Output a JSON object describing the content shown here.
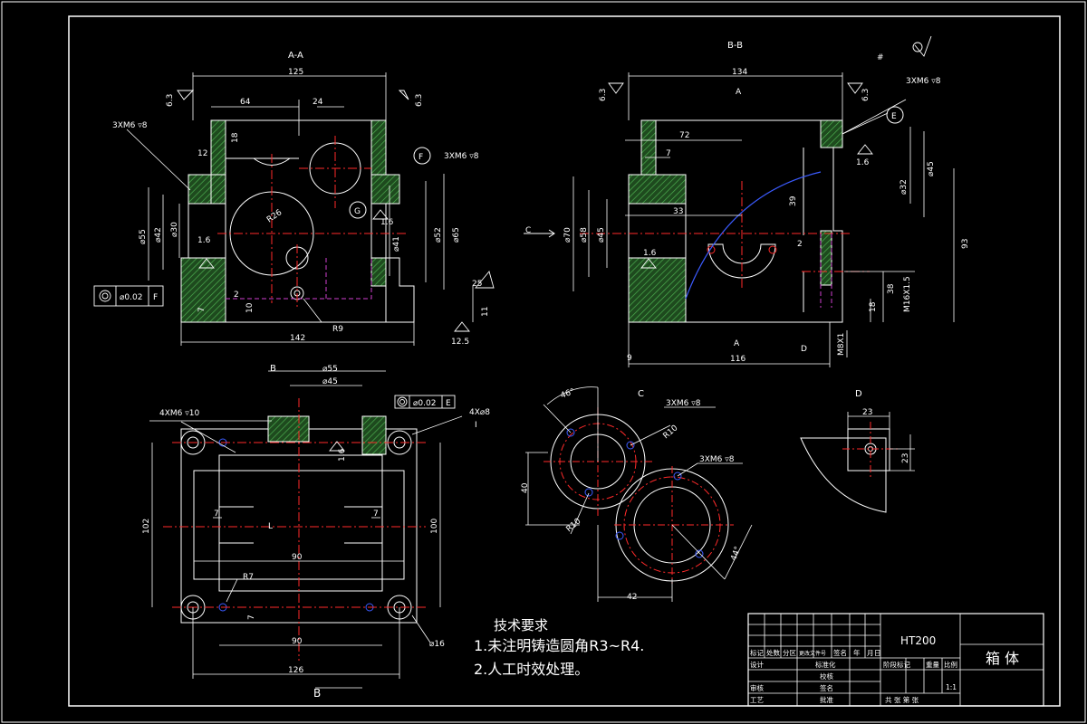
{
  "views": {
    "aa": {
      "title": "A-A"
    },
    "bb": {
      "title": "B-B"
    },
    "b": {
      "title": "B"
    },
    "c": {
      "title": "C"
    },
    "d": {
      "title": "D"
    }
  },
  "dims": {
    "aa": {
      "w125": "125",
      "w64": "64",
      "w24": "24",
      "w12": "12",
      "d18": "18",
      "d55": "⌀55",
      "d42": "⌀42",
      "d30": "⌀30",
      "r26": "R26",
      "d41": "⌀41",
      "d52": "⌀52",
      "d65": "⌀65",
      "w142": "142",
      "r9": "R9",
      "h11": "11",
      "h10": "10",
      "w2": "2",
      "w7": "7",
      "ang25": "25",
      "ra125": "12.5",
      "ra63a": "6.3",
      "ra63b": "6.3",
      "ra16a": "1.6",
      "ra16b": "1.6",
      "thread_l": "3XM6 ▿8",
      "thread_r": "3XM6 ▿8",
      "tol_box": "⌀0.02",
      "tol_ref": "F",
      "datum_f": "F",
      "datum_g": "G"
    },
    "bb": {
      "w134": "134",
      "w72": "72",
      "w7": "7",
      "w33": "33",
      "d70": "⌀70",
      "d58": "⌀58",
      "d45a": "⌀45",
      "d45b": "⌀45",
      "d32": "⌀32",
      "r39": "39",
      "h93": "93",
      "h38": "38",
      "h18": "18",
      "m16": "M16X1.5",
      "m8": "M8X1",
      "w9": "9",
      "w116": "116",
      "w2": "2",
      "ra63a": "6.3",
      "ra63b": "6.3",
      "ra16a": "1.6",
      "ra16b": "1.6",
      "thread": "3XM6 ▿8",
      "datum_e": "E",
      "arrow_c": "C",
      "arrow_d": "D",
      "sec_a_top": "A",
      "sec_a_bot": "A",
      "rough_sym": "#"
    },
    "b": {
      "d55": "⌀55",
      "d45": "⌀45",
      "tol": "⌀0.02",
      "tol_ref": "E",
      "holes4": "4X⌀8",
      "thread": "4XM6 ▿10",
      "h102": "102",
      "h100": "100",
      "w7a": "7",
      "w7b": "7",
      "w7c": "7",
      "w90a": "90",
      "w90b": "90",
      "w126": "126",
      "r7": "R7",
      "d16": "⌀16",
      "ra16": "1.6",
      "label_b": "B",
      "label_i": "I",
      "label_l": "L"
    },
    "c": {
      "ang46": "46°",
      "ang44": "44°",
      "thread_a": "3XM6 ▿8",
      "thread_b": "3XM6 ▿8",
      "r10a": "R10",
      "r10b": "R10",
      "h40": "40",
      "w42": "42"
    },
    "d": {
      "w23": "23",
      "h23": "23"
    }
  },
  "notes": {
    "title": "技术要求",
    "line1": "1.未注明铸造圆角R3~R4.",
    "line2": "2.人工时效处理。"
  },
  "title_block": {
    "material": "HT200",
    "part_name": "箱 体",
    "row_labels": [
      "标记",
      "处数",
      "分区",
      "更改文件号",
      "签名",
      "年",
      "月",
      "日"
    ],
    "design": "设计",
    "standardize": "标准化",
    "audit": "审核",
    "process": "工艺",
    "approve": "批准",
    "check": "校核",
    "sign": "签名",
    "stage_label": "阶段标记",
    "weight": "重量",
    "scale": "比例",
    "scale_value": "1:1",
    "sheets": "共   张   第   张"
  }
}
